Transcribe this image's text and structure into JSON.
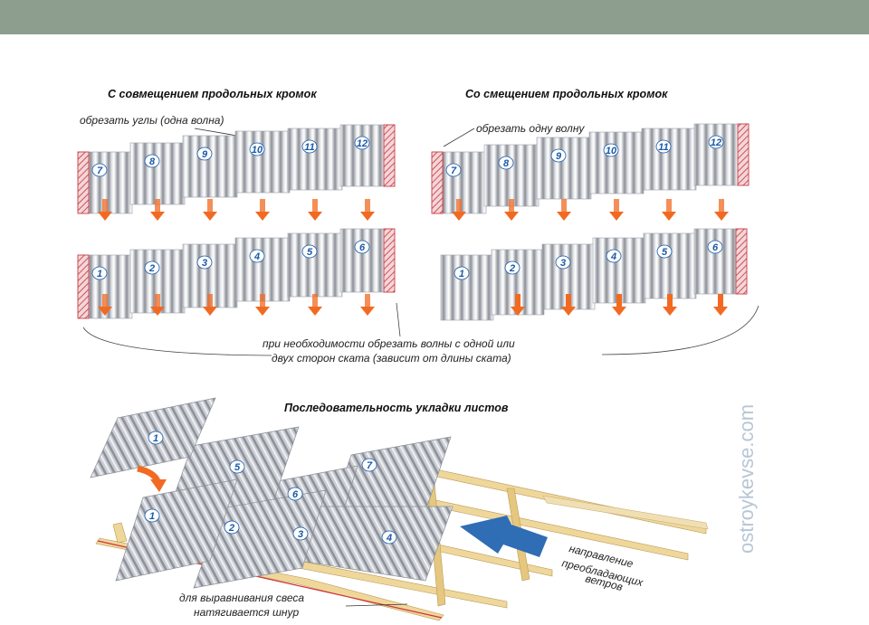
{
  "header": {
    "bar_color": "#8d9e8f"
  },
  "diagram": {
    "title_left": "С совмещением продольных кромок",
    "title_right": "Со смещением продольных кромок",
    "note_cut_corners": "обрезать углы (одна волна)",
    "note_cut_wave": "обрезать одну волну",
    "note_bottom_line1": "при необходимости обрезать волны с одной или",
    "note_bottom_line2": "двух сторон ската (зависит от длины ската)",
    "title_sequence": "Последовательность укладки листов",
    "wind_line1": "направление",
    "wind_line2": "преобладающих",
    "wind_line3": "ветров",
    "cord_line1": "для выравнивания свеса",
    "cord_line2": "натягивается шнур",
    "watermark": "ostroykevse.com",
    "top_row_labels": [
      "7",
      "8",
      "9",
      "10",
      "11",
      "12"
    ],
    "bottom_row_labels": [
      "1",
      "2",
      "3",
      "4",
      "5",
      "6"
    ],
    "roof_sheet_labels": [
      "1",
      "1",
      "2",
      "3",
      "4",
      "5",
      "6",
      "7"
    ],
    "colors": {
      "arrow": "#f26a21",
      "hatch": "#c8303a",
      "wind": "#2f6db5",
      "sheet": "#c9ccd2"
    }
  }
}
